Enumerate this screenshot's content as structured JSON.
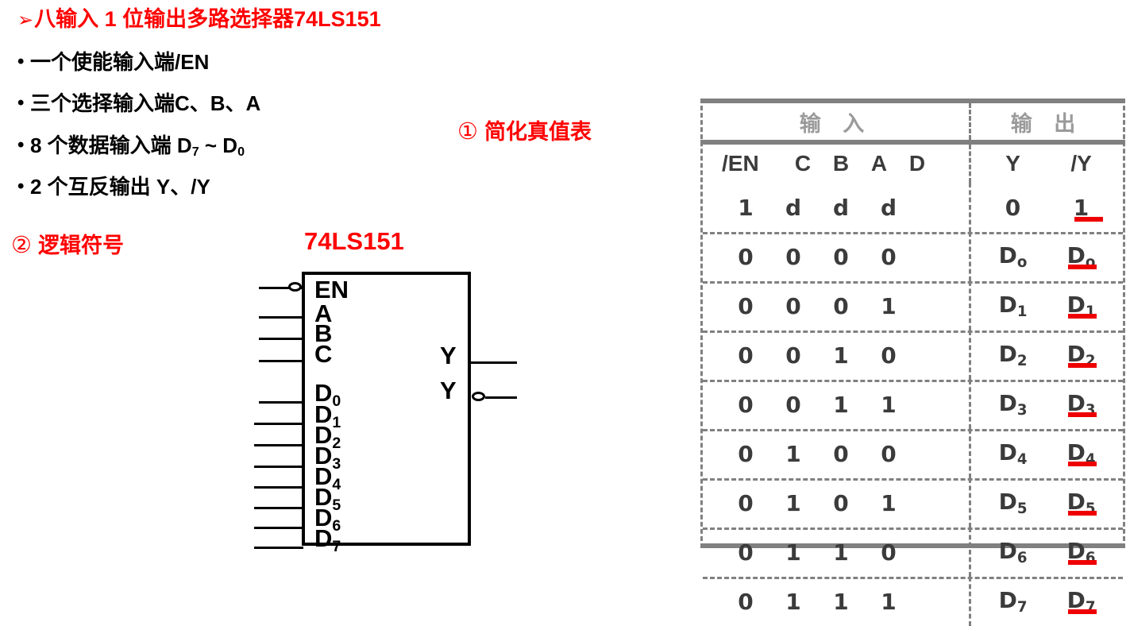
{
  "slide": {
    "title": "八输入 1 位输出多路选择器74LS151",
    "title_arrow": "➢",
    "bullets": [
      {
        "text": "一个使能输入端/EN"
      },
      {
        "text": "三个选择输入端C、B、A"
      },
      {
        "text": "8 个数据输入端 D7 ~ D0",
        "html": "8 个数据输入端 D<sub>7</sub> ~ D<sub>0</sub>"
      },
      {
        "text": "2 个互反输出 Y、/Y"
      }
    ],
    "markers": {
      "truth_table": {
        "num": "①",
        "label": "简化真值表"
      },
      "logic_symbol": {
        "num": "②",
        "label": "逻辑符号"
      }
    }
  },
  "logic_symbol": {
    "chip_name": "74LS151",
    "input_pins": [
      "EN",
      "A",
      "B",
      "C",
      "D0",
      "D1",
      "D2",
      "D3",
      "D4",
      "D5",
      "D6",
      "D7"
    ],
    "output_pins": [
      "Y",
      "Y"
    ],
    "en_inverted": true,
    "y_inverted_second": true
  },
  "truth_table": {
    "group_headers": {
      "input": "输 入",
      "output": "输 出"
    },
    "columns": {
      "inputs": [
        "/EN",
        "C",
        "B",
        "A",
        "D"
      ],
      "outputs": [
        "Y",
        "/Y"
      ]
    },
    "d_column_color": "#1717ff",
    "rows": [
      {
        "inputs": [
          "1",
          "d",
          "d",
          "d"
        ],
        "y": "0",
        "ynot": "1",
        "ynot_bar": true
      },
      {
        "inputs": [
          "0",
          "0",
          "0",
          "0"
        ],
        "y": "Do",
        "ynot": "Do",
        "ynot_bar": true
      },
      {
        "inputs": [
          "0",
          "0",
          "0",
          "1"
        ],
        "y": "D1",
        "ynot": "D1",
        "ynot_bar": true
      },
      {
        "inputs": [
          "0",
          "0",
          "1",
          "0"
        ],
        "y": "D2",
        "ynot": "D2",
        "ynot_bar": true
      },
      {
        "inputs": [
          "0",
          "0",
          "1",
          "1"
        ],
        "y": "D3",
        "ynot": "D3",
        "ynot_bar": true
      },
      {
        "inputs": [
          "0",
          "1",
          "0",
          "0"
        ],
        "y": "D4",
        "ynot": "D4",
        "ynot_bar": true
      },
      {
        "inputs": [
          "0",
          "1",
          "0",
          "1"
        ],
        "y": "D5",
        "ynot": "D5",
        "ynot_bar": true
      },
      {
        "inputs": [
          "0",
          "1",
          "1",
          "0"
        ],
        "y": "D6",
        "ynot": "D6",
        "ynot_bar": true
      },
      {
        "inputs": [
          "0",
          "1",
          "1",
          "1"
        ],
        "y": "D7",
        "ynot": "D7",
        "ynot_bar": true
      }
    ]
  },
  "colors": {
    "accent_red": "#ff0000",
    "bar_red": "#ee0000",
    "table_gray": "#808080",
    "header_gray": "#9a9a9a",
    "data_dark": "#3b3b3b",
    "blue": "#1717ff"
  }
}
